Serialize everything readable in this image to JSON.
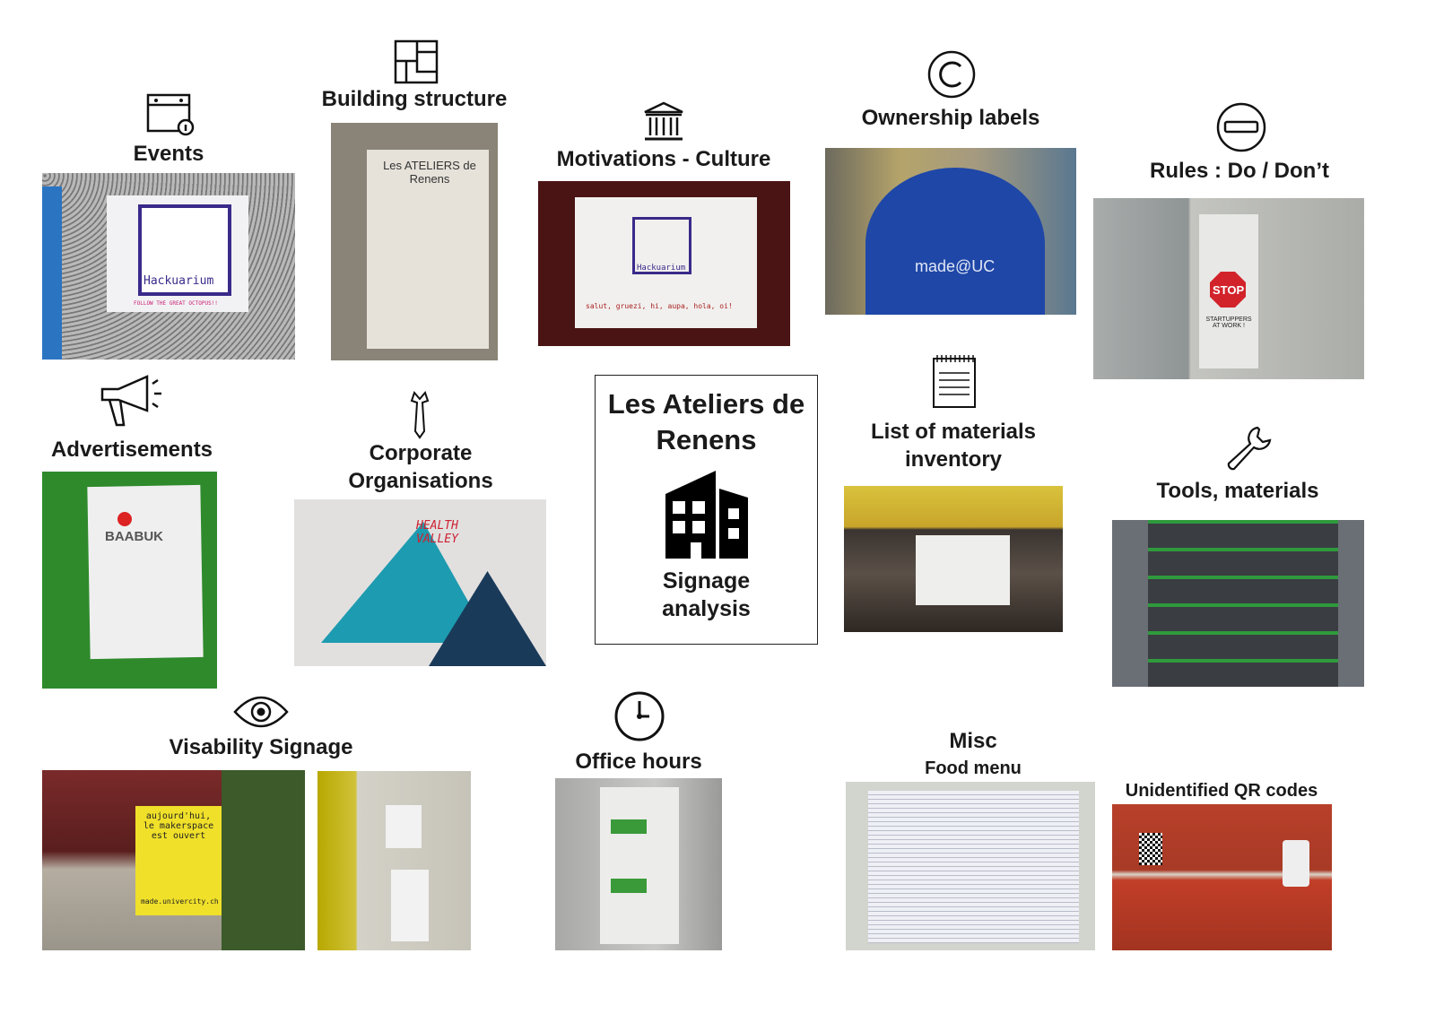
{
  "center": {
    "title": "Les Ateliers de Renens",
    "subtitle": "Signage analysis",
    "icon": "building-icon"
  },
  "categories": {
    "events": {
      "label": "Events",
      "icon": "calendar-info-icon",
      "photo_text": "Hackuarium",
      "photo_caption": "FOLLOW THE GREAT OCTOPUS!!"
    },
    "building": {
      "label": "Building structure",
      "icon": "floorplan-icon",
      "photo_text": "Les ATELIERS de Renens"
    },
    "motivations": {
      "label": "Motivations - Culture",
      "icon": "museum-icon",
      "photo_text": "Hackuarium",
      "photo_caption": "salut, gruezi, hi, aupa, hola, oi!"
    },
    "ownership": {
      "label": "Ownership labels",
      "icon": "copyright-icon",
      "photo_text": "made@UC"
    },
    "rules": {
      "label": "Rules : Do / Don’t",
      "icon": "no-entry-icon",
      "photo_text": "STOP",
      "photo_caption": "STARTUPPERS AT WORK !"
    },
    "ads": {
      "label": "Advertisements",
      "icon": "megaphone-icon",
      "photo_text": "BAABUK"
    },
    "corporate": {
      "label_line1": "Corporate",
      "label_line2": "Organisations",
      "icon": "necktie-icon",
      "photo_text": "HEALTH VALLEY"
    },
    "materials_list": {
      "label_line1": "List of materials",
      "label_line2": "inventory",
      "icon": "notepad-icon"
    },
    "tools": {
      "label": "Tools, materials",
      "icon": "wrench-icon"
    },
    "visibility": {
      "label": "Visability Signage",
      "icon": "eye-icon",
      "photo_text": "aujourd'hui, le makerspace est ouvert",
      "photo_caption": "made.univercity.ch"
    },
    "office": {
      "label": "Office hours",
      "icon": "clock-icon"
    },
    "misc": {
      "label": "Misc",
      "sublabel": "Food menu"
    },
    "qr": {
      "label": "Unidentified QR codes"
    }
  },
  "colors": {
    "text": "#1a1a1a",
    "border": "#222222"
  }
}
